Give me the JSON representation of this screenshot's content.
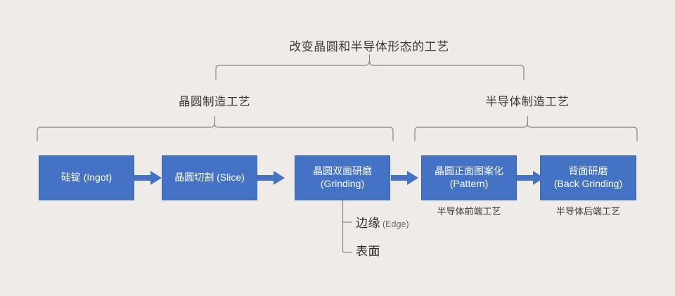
{
  "diagram": {
    "background_color": "#efebe8",
    "box_color": "#4472c4",
    "bracket_color": "#8a8784",
    "text_color": "#3c3a38",
    "groups": {
      "top_title": "改变晶圆和半导体形态的工艺",
      "wafer_title": "晶圆制造工艺",
      "semiconductor_title": "半导体制造工艺"
    },
    "boxes": [
      {
        "id": "ingot",
        "line1": "硅锭 (Ingot)",
        "line2": ""
      },
      {
        "id": "slice",
        "line1": "晶圆切割 (Slice)",
        "line2": ""
      },
      {
        "id": "grinding",
        "line1": "晶圆双面研磨",
        "line2": "(Grinding)"
      },
      {
        "id": "pattern",
        "line1": "晶圆正面图案化",
        "line2": "(Pattern)"
      },
      {
        "id": "back",
        "line1": "背面研磨",
        "line2": "(Back Grinding)"
      }
    ],
    "captions": {
      "front_end": "半导体前端工艺",
      "back_end": "半导体后端工艺"
    },
    "branches": [
      {
        "cn": "边缘",
        "en": "(Edge)"
      },
      {
        "cn": "表面",
        "en": ""
      }
    ],
    "arrow_count": 4
  }
}
